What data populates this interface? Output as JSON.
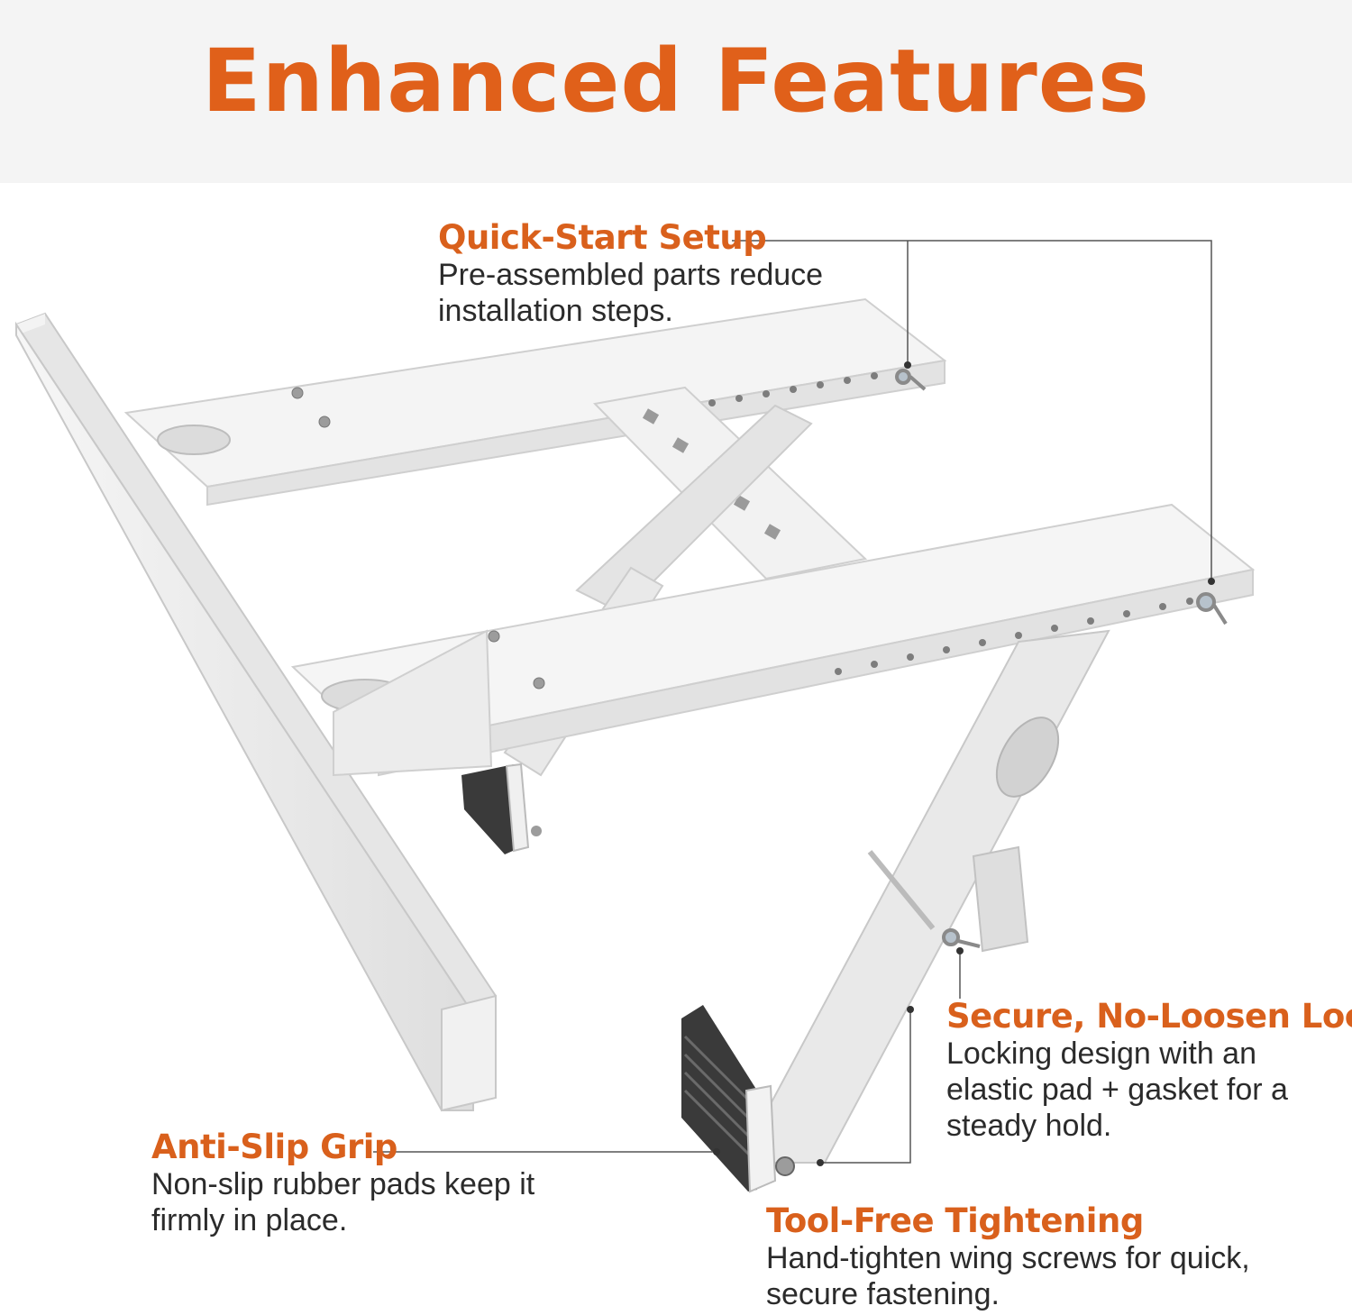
{
  "title": "Enhanced Features",
  "features": {
    "quick_start": {
      "heading": "Quick-Start Setup",
      "body": "Pre-assembled parts reduce installation steps."
    },
    "no_loosen": {
      "heading": "Secure, No-Loosen Lock",
      "body": "Locking design with an elastic pad + gasket for a steady hold."
    },
    "anti_slip": {
      "heading": "Anti-Slip Grip",
      "body": "Non-slip rubber pads keep it firmly in place."
    },
    "tool_free": {
      "heading": "Tool-Free Tightening",
      "body": "Hand-tighten wing screws for quick, secure fastening."
    }
  },
  "colors": {
    "accent": "#d9601c",
    "header_bg": "#f4f4f4",
    "bracket": "#ededed",
    "rubber": "#3a3a3a"
  }
}
